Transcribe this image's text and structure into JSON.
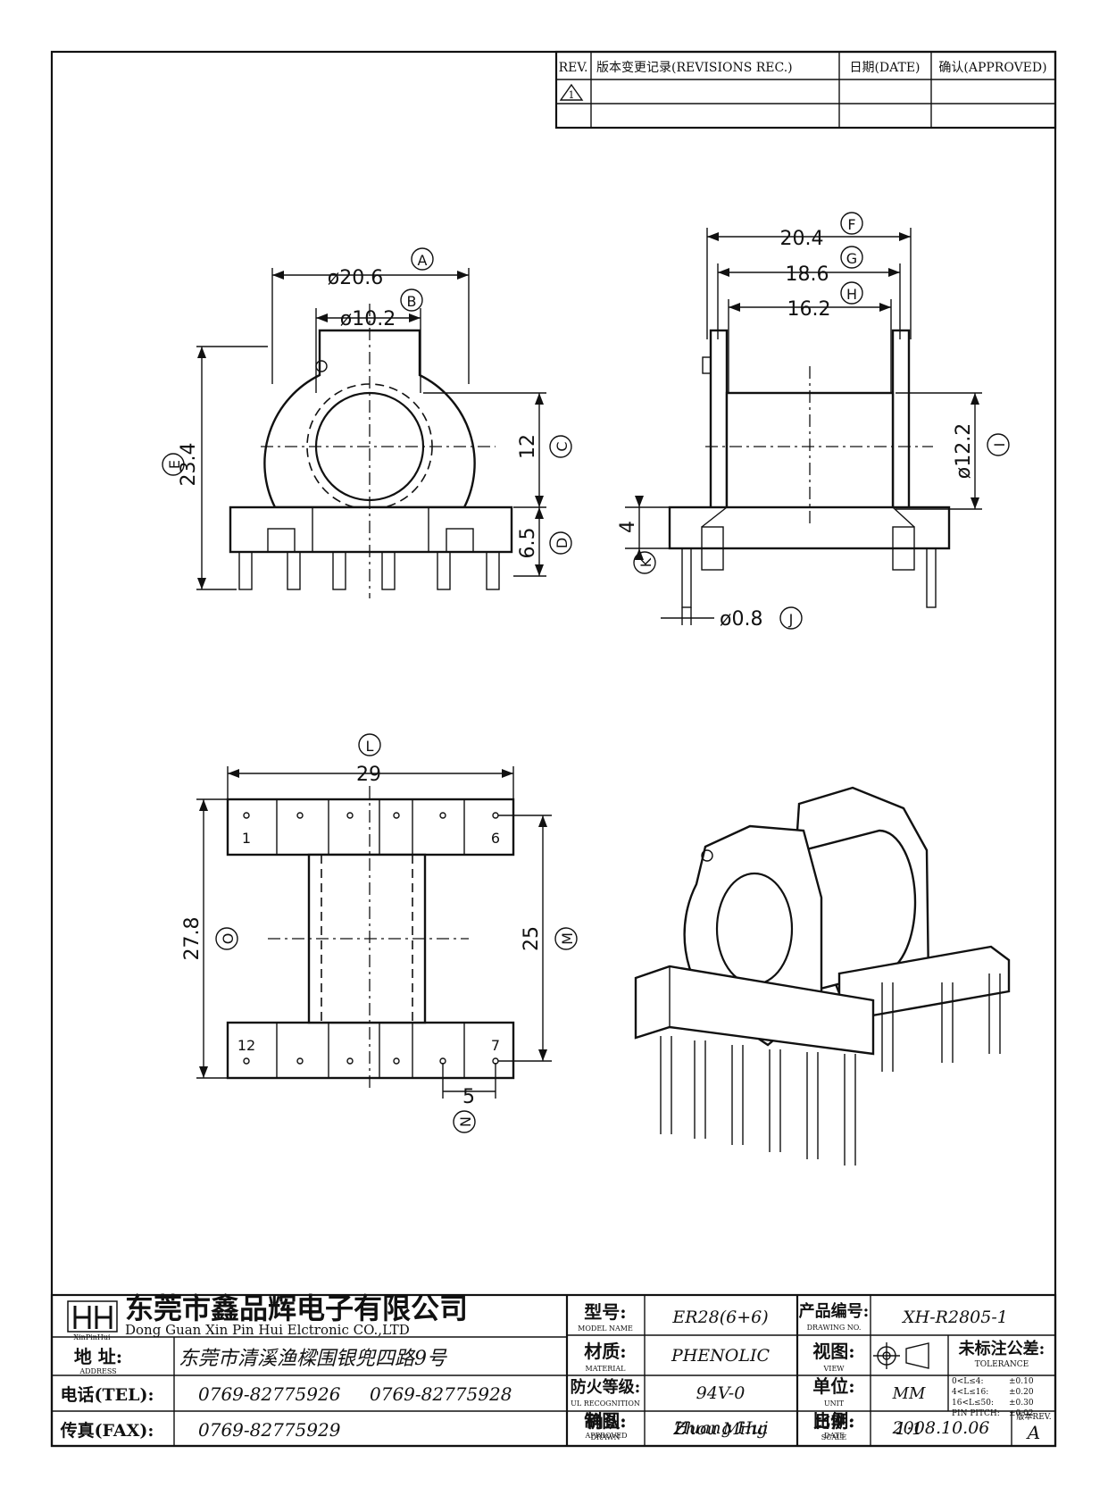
{
  "revision_table": {
    "headers": [
      "REV.",
      "版本变更记录(REVISIONS REC.)",
      "日期(DATE)",
      "确认(APPROVED)"
    ],
    "rev_symbol": "1"
  },
  "dimensions": {
    "A": {
      "label": "A",
      "value": "ø20.6"
    },
    "B": {
      "label": "B",
      "value": "ø10.2"
    },
    "C": {
      "label": "C",
      "value": "12"
    },
    "D": {
      "label": "D",
      "value": "6.5"
    },
    "E": {
      "label": "E",
      "value": "23.4"
    },
    "F": {
      "label": "F",
      "value": "20.4"
    },
    "G": {
      "label": "G",
      "value": "18.6"
    },
    "H": {
      "label": "H",
      "value": "16.2"
    },
    "I": {
      "label": "I",
      "value": "ø12.2"
    },
    "J": {
      "label": "J",
      "value": "ø0.8"
    },
    "K": {
      "label": "K",
      "value": "4"
    },
    "L": {
      "label": "L",
      "value": "29"
    },
    "M": {
      "label": "M",
      "value": "25"
    },
    "N": {
      "label": "N",
      "value": "5"
    },
    "O": {
      "label": "O",
      "value": "27.8"
    }
  },
  "pin_numbers": {
    "p1": "1",
    "p6": "6",
    "p12": "12",
    "p7": "7"
  },
  "title_block": {
    "company_cn": "东莞市鑫品辉电子有限公司",
    "company_en": "Dong Guan Xin Pin Hui Elctronic CO.,LTD",
    "logo_text": "XinPinHui",
    "address_label": "地  址:",
    "address_label_en": "ADDRESS",
    "address": "东莞市清溪渔樑围银兜四路9号",
    "tel_label": "电话(TEL):",
    "tel1": "0769-82775926",
    "tel2": "0769-82775928",
    "fax_label": "传真(FAX):",
    "fax": "0769-82775929",
    "model_label": "型号:",
    "model_label_en": "MODEL NAME",
    "model": "ER28(6+6)",
    "material_label": "材质:",
    "material_label_en": "MATERIAL",
    "material": "PHENOLIC",
    "flame_label": "防火等级:",
    "flame_label_en": "UL RECOGNITION",
    "flame": "94V-0",
    "drawn_label": "制图:",
    "drawn_label_en": "DRAWN",
    "drawn": "Zhou Ming",
    "approved_label": "确认:",
    "approved_label_en": "APPROVED",
    "approved": "Huang Hui",
    "drawing_no_label": "产品编号:",
    "drawing_no_label_en": "DRAWING NO.",
    "drawing_no": "XH-R2805-1",
    "view_label": "视图:",
    "view_label_en": "VIEW",
    "unit_label": "单位:",
    "unit_label_en": "UNIT",
    "unit": "MM",
    "scale_label": "比例:",
    "scale_label_en": "SCALE",
    "scale": "1:1",
    "date_label": "日期:",
    "date_label_en": "DATE",
    "date": "2008.10.06",
    "tolerance_label": "未标注公差:",
    "tolerance_label_en": "TOLERANCE",
    "tolerances": [
      {
        "range": "0<L≤4:",
        "value": "±0.10"
      },
      {
        "range": "4<L≤16:",
        "value": "±0.20"
      },
      {
        "range": "16<L≤50:",
        "value": "±0.30"
      },
      {
        "range": "PIN PITCH:",
        "value": "±0.02"
      }
    ],
    "rev_label": "版本REV.",
    "rev": "A"
  }
}
